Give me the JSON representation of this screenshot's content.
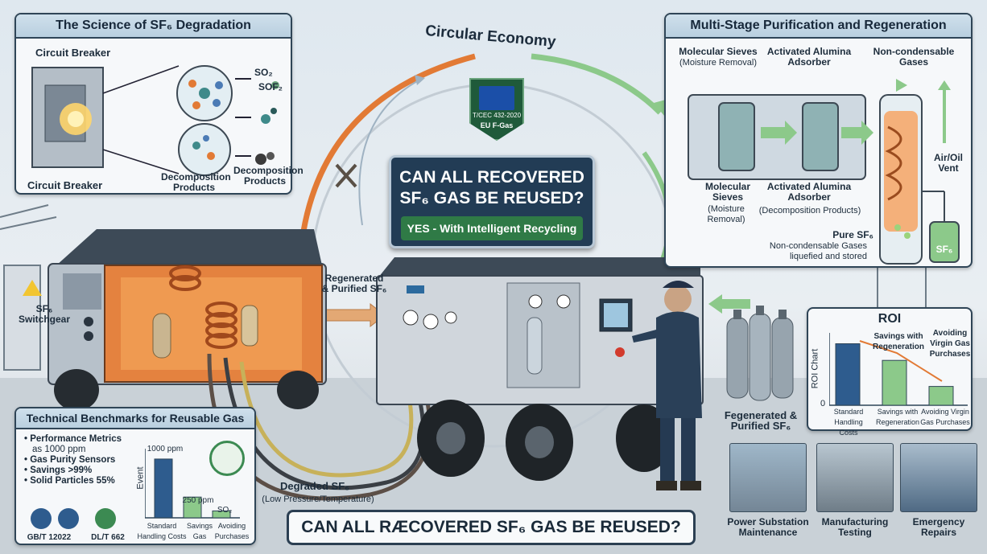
{
  "degradation": {
    "title": "The Science of SF₆ Degradation",
    "breaker_top": "Circuit Breaker",
    "breaker_bottom": "Circuit Breaker",
    "so2": "SO₂",
    "sof2": "SOF₂",
    "products_1": "Decomposition Products",
    "products_2": "Decomposition Products"
  },
  "cycle": {
    "label": "Circular Economy"
  },
  "badge": {
    "standard": "T/CEC 432-2020",
    "label": "EU F-Gas"
  },
  "question": {
    "text": "CAN ALL RECOVERED SF₆ GAS BE REUSED?",
    "answer": "YES - With Intelligent Recycling"
  },
  "purification": {
    "title": "Multi-Stage Purification and Regeneration",
    "sieves_top": "Molecular Sieves",
    "sieves_top_note": "(Moisture Removal)",
    "alumina_top": "Activated Alumina Adsorber",
    "noncond_top": "Non-condensable Gases",
    "sieves_bottom": "Molecular Sieves",
    "sieves_bottom_note": "(Moisture Removal)",
    "alumina_bottom": "Activated Alumina Adsorber",
    "alumina_bottom_note": "(Decomposition Products)",
    "vent": "Air/Oil Vent",
    "pure": "Pure SF₆",
    "pure_note": "Non-condensable Gases liquefied and stored",
    "cylinder": "SF₆"
  },
  "equipment": {
    "switchgear": "SF₆ Switchgear",
    "regenerated": "Regenerated & Purified SF₆",
    "degraded": "Degraded SF₆",
    "degraded_note": "(Low Pressure/Temperature)",
    "cylinders_label": "Fegenerated & Purified SF₆"
  },
  "roi": {
    "title": "ROI",
    "y_axis": "ROI Chart",
    "zero": "0",
    "ann_1": "Savings with Regeneration",
    "ann_2": "Avoiding Virgin Gas Purchases",
    "cat_1": "Standard Handling Costs",
    "cat_2": "Savings with Regeneration",
    "cat_3": "Avoiding Virgin Gas Purchases"
  },
  "benchmarks": {
    "title": "Technical Benchmarks for Reusable Gas",
    "b1": "• Performance Metrics",
    "b1_sub": "as 1000 ppm",
    "b2": "• Gas Purity Sensors",
    "b3": "• Savings >99%",
    "b4": "• Solid Particles 55%",
    "std_1": "GB/T 12022",
    "std_2": "DL/T 662",
    "y_axis": "Event",
    "bar_1_label": "1000 ppm",
    "bar_2_label": "250 ppm",
    "bar_3_label": "SO₂",
    "cat_1": "Standard Handling Costs",
    "cat_2": "Savings Gas",
    "cat_3": "Avoiding Purchases"
  },
  "bottom_question": "CAN ALL RÆCOVERED SF₆ GAS BE REUSED?",
  "applications": {
    "a1": "Power Substation Maintenance",
    "a2": "Manufacturing Testing",
    "a3": "Emergency Repairs"
  },
  "colors": {
    "navy": "#223c55",
    "green": "#2f7a46",
    "orange": "#e27a35",
    "light_green": "#8cc98a"
  }
}
